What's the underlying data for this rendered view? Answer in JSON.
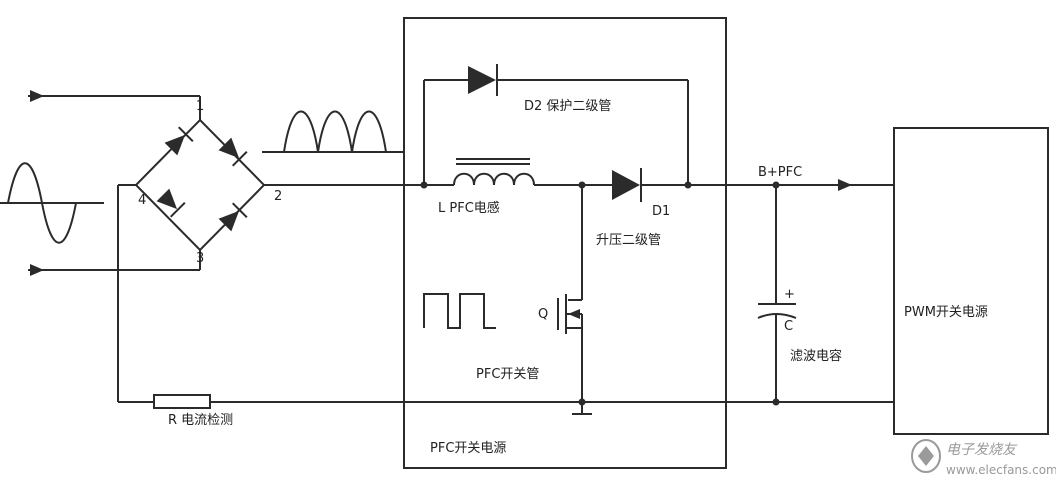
{
  "diagram": {
    "labels": {
      "bridge_node_1": "1",
      "bridge_node_2": "2",
      "bridge_node_3": "3",
      "bridge_node_4": "4",
      "d2": "D2 保护二级管",
      "inductor": "L  PFC电感",
      "d1": "D1",
      "boost_diode": "升压二级管",
      "q": "Q",
      "pfc_switch": "PFC开关管",
      "b_pfc": "B+PFC",
      "cap_plus": "+",
      "cap_c": "C",
      "filter_cap": "滤波电容",
      "pwm_block": "PWM开关电源",
      "current_sense": "R 电流检测",
      "pfc_block": "PFC开关电源",
      "watermark": "电子发烧友",
      "watermark_url": "www.elecfans.com"
    },
    "colors": {
      "line": "#2b2b2b",
      "watermark": "#9a9a9a"
    }
  }
}
